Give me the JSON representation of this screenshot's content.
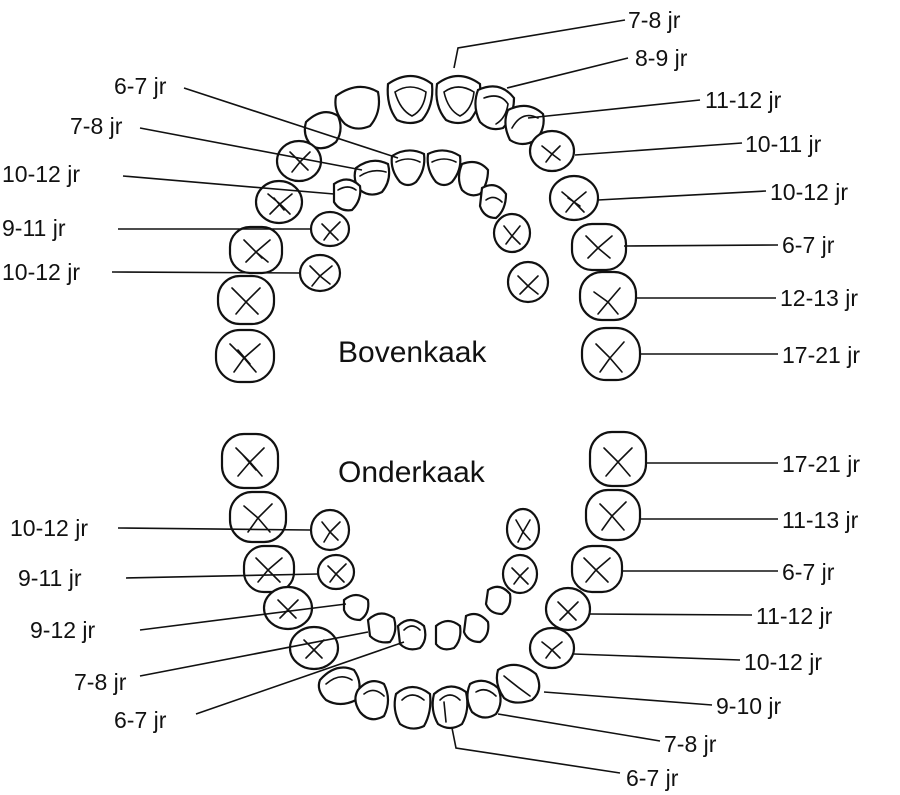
{
  "upper_jaw": {
    "title": "Bovenkaak",
    "labels": {
      "l_front": "7-8 jr",
      "l_lat": "8-9 jr",
      "l_canine": "11-12 jr",
      "l_pm1": "10-11 jr",
      "l_pm2": "10-12 jr",
      "l_m1": "6-7 jr",
      "l_m2": "12-13 jr",
      "l_m3": "17-21 jr",
      "r_m1": "6-7 jr",
      "r_lat": "7-8 jr",
      "r_canine": "10-12 jr",
      "r_pm1": "9-11 jr",
      "r_pm2": "10-12 jr"
    }
  },
  "lower_jaw": {
    "title": "Onderkaak",
    "labels": {
      "l_m3": "17-21 jr",
      "l_m2": "11-13 jr",
      "l_m1": "6-7 jr",
      "l_pm2": "11-12 jr",
      "l_pm1": "10-12 jr",
      "l_canine": "9-10 jr",
      "l_lat": "7-8 jr",
      "l_central": "6-7 jr",
      "r_pm2": "10-12 jr",
      "r_pm1": "9-11 jr",
      "r_canine": "9-12 jr",
      "r_lat": "7-8 jr",
      "r_central": "6-7 jr"
    }
  }
}
